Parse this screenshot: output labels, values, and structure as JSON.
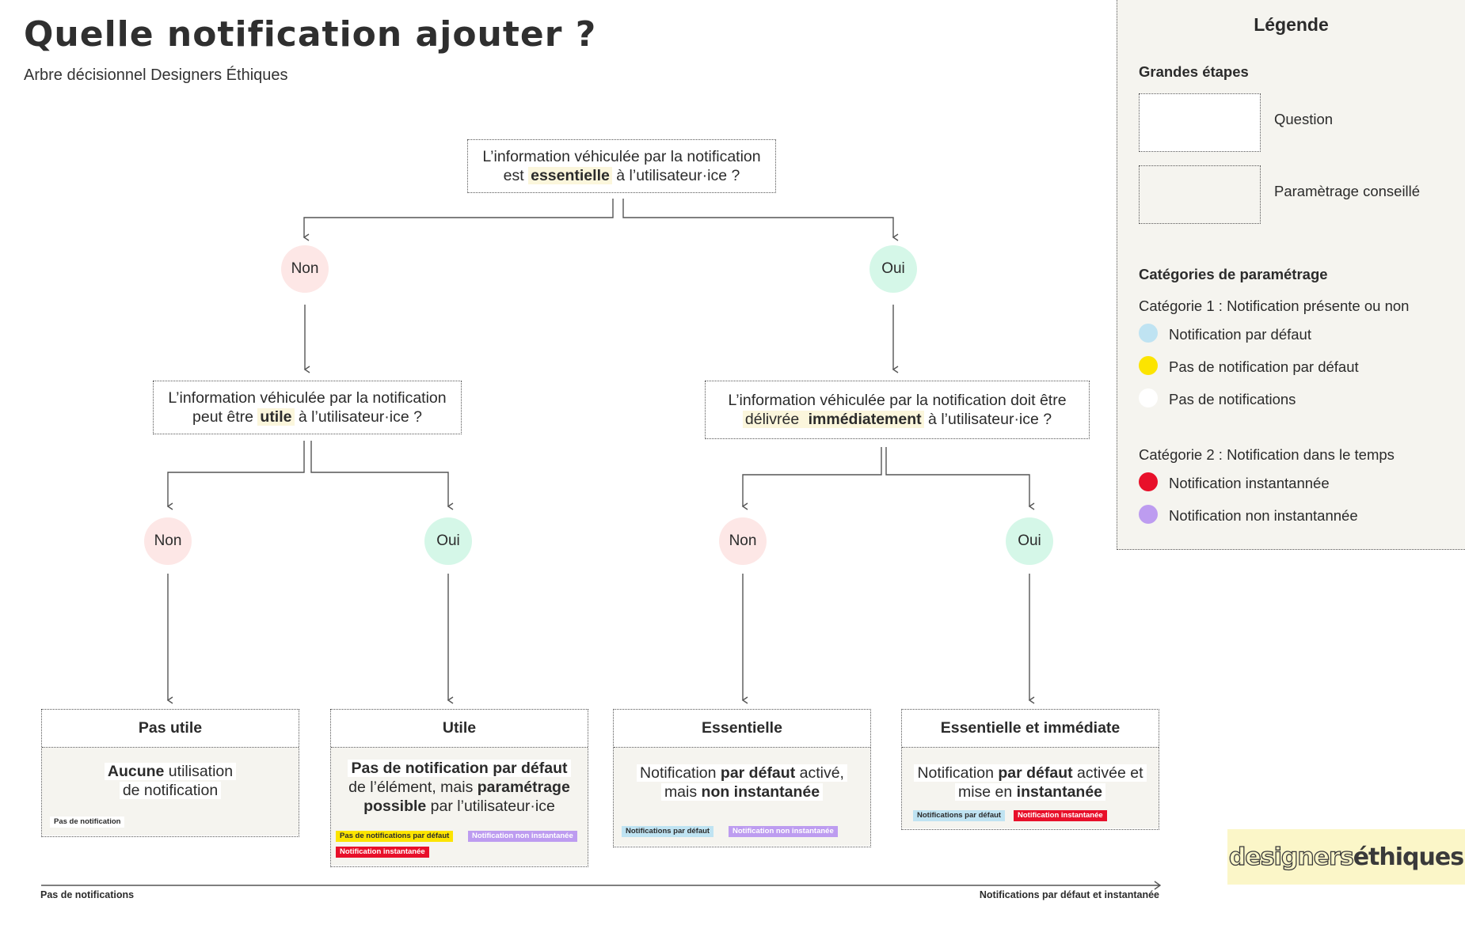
{
  "header": {
    "title": "Quelle notification ajouter ?",
    "subtitle": "Arbre décisionnel Designers Éthiques"
  },
  "tree": {
    "q1": {
      "line1": "L’information véhiculée par la notification",
      "pre": "est ",
      "hl": "essentielle",
      "post": " à l’utilisateur·ice ?"
    },
    "q2": {
      "line1": "L’information véhiculée par la notification",
      "pre": "peut être ",
      "hl": "utile",
      "post": " à l’utilisateur·ice ?"
    },
    "q3": {
      "line1": "L’information véhiculée par la notification doit être",
      "pre": "délivrée ",
      "hl": "immédiatement",
      "post": " à l’utilisateur·ice ?"
    },
    "answers": {
      "non": "Non",
      "oui": "Oui"
    }
  },
  "results": [
    {
      "title": "Pas utile",
      "text": {
        "b1": "Aucune",
        "t1": " utilisation",
        "t2": "de notification"
      },
      "tags": [
        "Pas de notification"
      ]
    },
    {
      "title": "Utile",
      "text": {
        "b1": "Pas de notification par défaut",
        "t2": "de l’élément, mais ",
        "b2": "paramétrage",
        "b3": "possible",
        "t3": " par l’utilisateur·ice"
      },
      "tags": [
        "Pas de notifications par défaut",
        "Notification non instantanée",
        "Notification instantanée"
      ]
    },
    {
      "title": "Essentielle",
      "text": {
        "t1": "Notification ",
        "b1": "par défaut",
        "t2": " activé,",
        "t3": "mais ",
        "b2": "non instantanée"
      },
      "tags": [
        "Notifications par défaut",
        "Notification non instantanée"
      ]
    },
    {
      "title": "Essentielle et immédiate",
      "text": {
        "t1": "Notification ",
        "b1": "par défaut",
        "t2": " activée et",
        "t3": "mise en ",
        "b2": "instantanée"
      },
      "tags": [
        "Notifications par défaut",
        "Notification instantanée"
      ]
    }
  ],
  "axis": {
    "left": "Pas de notifications",
    "right": "Notifications par défaut et instantanée"
  },
  "legend": {
    "title": "Légende",
    "steps_heading": "Grandes étapes",
    "steps": [
      "Question",
      "Paramètrage conseillé"
    ],
    "categories_heading": "Catégories de paramétrage",
    "cat1_title": "Catégorie 1 : Notification présente ou non",
    "cat1_items": [
      "Notification par défaut",
      "Pas de notification par défaut",
      "Pas de notifications"
    ],
    "cat2_title": "Catégorie 2 : Notification dans le temps",
    "cat2_items": [
      "Notification instantannée",
      "Notification non instantannée"
    ]
  },
  "colors": {
    "non_circle": "#fde7e6",
    "oui_circle": "#d5f7e8",
    "default_blue": "#bfe3f2",
    "no_default_yellow": "#fce400",
    "none_white": "#ffffff",
    "instant_red": "#e8102a",
    "non_instant_purple": "#bd9cf0",
    "highlight": "#fbf6dc"
  },
  "brand": {
    "part1": "designers",
    "part2": "éthiques"
  }
}
